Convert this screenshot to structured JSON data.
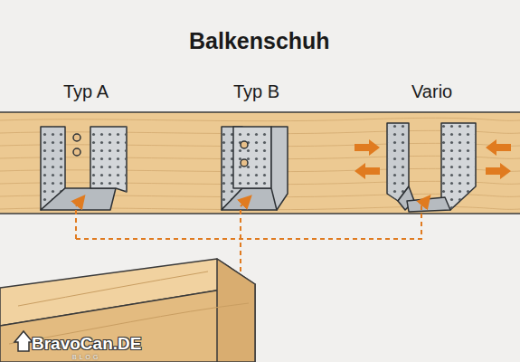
{
  "diagram": {
    "title": "Balkenschuh",
    "labels": [
      "Typ A",
      "Typ B",
      "Vario",
      "BravoCan.DE",
      "BLOG"
    ]
  }
}
